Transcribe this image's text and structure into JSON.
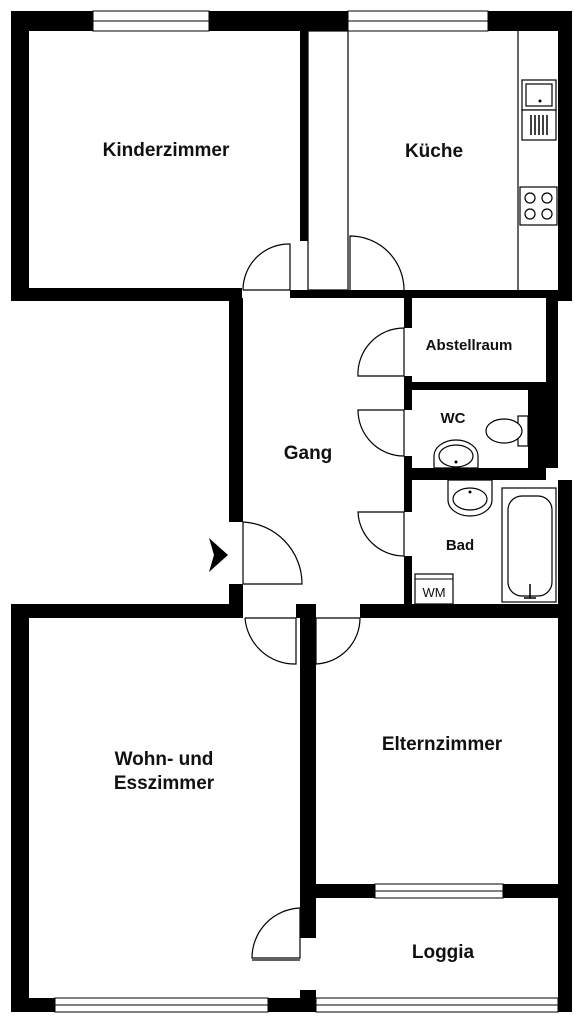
{
  "rooms": {
    "kinderzimmer": "Kinderzimmer",
    "kueche": "Küche",
    "abstellraum": "Abstellraum",
    "wc": "WC",
    "gang": "Gang",
    "bad": "Bad",
    "wohn_line1": "Wohn- und",
    "wohn_line2": "Esszimmer",
    "elternzimmer": "Elternzimmer",
    "loggia": "Loggia"
  },
  "appliances": {
    "washing_machine": "WM"
  },
  "colors": {
    "wall": "#000000",
    "background": "#ffffff"
  }
}
